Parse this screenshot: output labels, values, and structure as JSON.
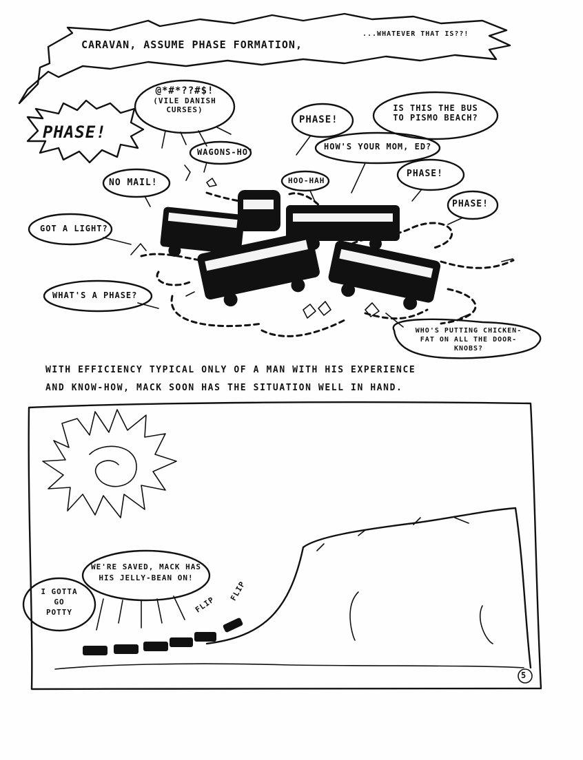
{
  "banner": {
    "title": "CARAVAN, ASSUME PHASE FORMATION,",
    "aside": "...WHATEVER THAT IS??!"
  },
  "top_panel": {
    "phase_burst": "PHASE!",
    "curses": [
      "@*#*??#$!",
      "(VILE DANISH",
      "CURSES)"
    ],
    "wagons_ho": "WAGONS-HO!",
    "no_mail": "NO MAIL!",
    "got_a_light": "GOT A LIGHT?",
    "whats_a_phase": "WHAT'S A PHASE?",
    "hoo_hah": "HOO-HAH",
    "phase_1": "PHASE!",
    "hows_your_mom": "HOW'S YOUR MOM, ED?",
    "pismo_beach": [
      "IS THIS THE BUS",
      "TO PISMO BEACH?"
    ],
    "phase_2": "PHASE!",
    "phase_3": "PHASE!",
    "chicken_fat": [
      "WHO'S PUTTING CHICKEN-",
      "FAT ON ALL THE DOOR-",
      "KNOBS?"
    ]
  },
  "caption": [
    "WITH EFFICIENCY TYPICAL ONLY OF A MAN WITH HIS EXPERIENCE",
    "AND KNOW-HOW, MACK SOON HAS THE SITUATION WELL IN HAND."
  ],
  "bottom_panel": {
    "gotta_go": [
      "I GOTTA",
      "GO",
      "POTTY"
    ],
    "saved": [
      "WE'RE SAVED, MACK HAS",
      "HIS JELLY-BEAN ON!"
    ],
    "flip_1": "FLIP",
    "flip_2": "FLIP"
  },
  "page_number": "5"
}
